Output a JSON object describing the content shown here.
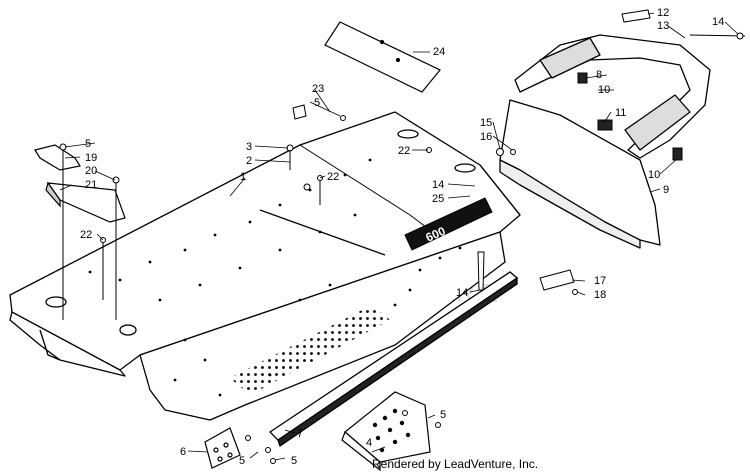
{
  "diagram": {
    "callouts": [
      "1",
      "2",
      "3",
      "4",
      "5",
      "6",
      "7",
      "8",
      "9",
      "10",
      "11",
      "12",
      "13",
      "14",
      "15",
      "16",
      "17",
      "18",
      "19",
      "20",
      "21",
      "22",
      "23",
      "24",
      "25"
    ],
    "decal_text": "600",
    "watermark": "LEADVENTURE"
  },
  "footer": {
    "credit": "Rendered by LeadVenture, Inc."
  }
}
